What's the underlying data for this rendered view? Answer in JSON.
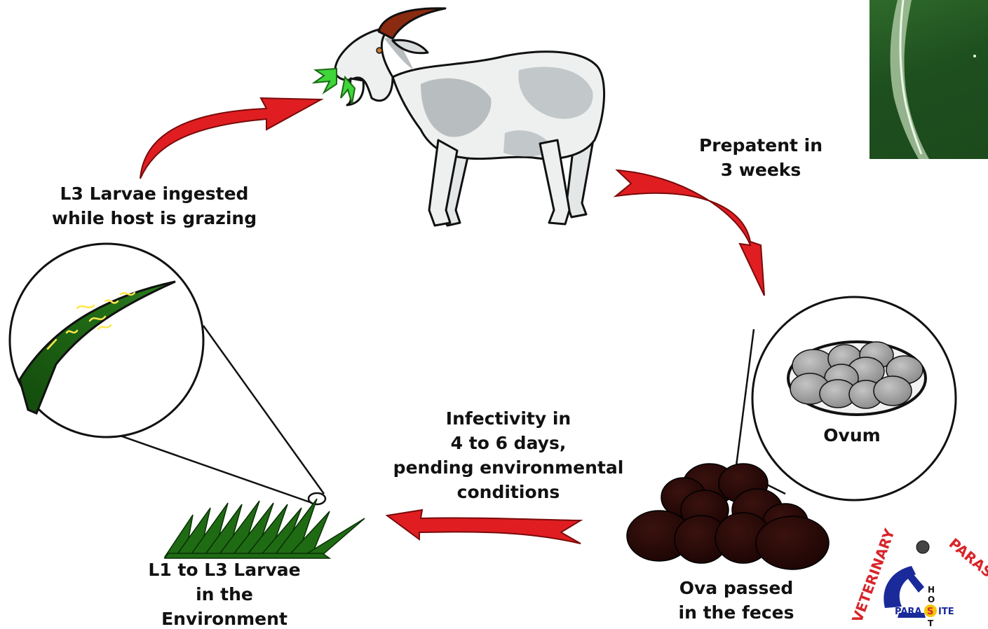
{
  "labels": {
    "ingested": [
      "L3 Larvae ingested",
      "while host is grazing"
    ],
    "prepatent": [
      "Prepatent in",
      "3 weeks"
    ],
    "infectivity": [
      "Infectivity in",
      "4 to 6 days,",
      "pending environmental",
      "conditions"
    ],
    "ovum": "Ovum",
    "ova_passed": [
      "Ova passed",
      "in the feces"
    ],
    "larvae_env": [
      "L1 to L3 Larvae",
      "in the",
      "Environment"
    ]
  },
  "logo": {
    "arc_left": "VETERINARY",
    "arc_right": "PARASITOLOGY",
    "bottom_left": "PARA",
    "bottom_mid": "S",
    "bottom_right": "ITE",
    "vertical": [
      "H",
      "O",
      "T"
    ]
  },
  "colors": {
    "arrow_red": "#e01e22",
    "feces_brown": "#2a0a08",
    "grass_green": "#1f6b14",
    "ova_gray": "#a6a6a6",
    "goat_body": "#eef0f0",
    "goat_patch": "#b8bec0",
    "horn": "#8a2a10",
    "logo_red": "#d8252a",
    "logo_blue": "#1a2a9a",
    "logo_yellow": "#f4c60a"
  },
  "icons": [
    "goat-illustration",
    "red-arrow",
    "feces-pile",
    "ova-magnifier",
    "grass-tuft",
    "grass-blade-magnifier",
    "larva-photo",
    "veterinary-parasitology-logo"
  ]
}
